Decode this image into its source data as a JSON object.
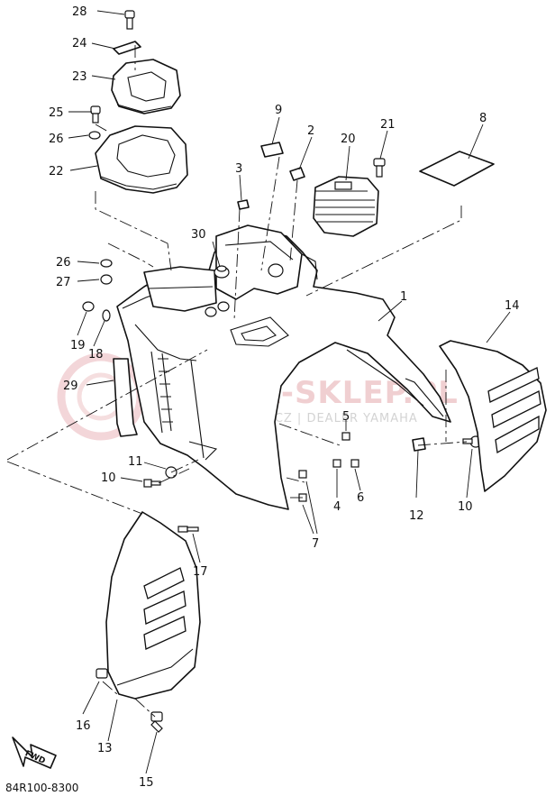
{
  "diagram": {
    "code": "84R100-8300",
    "fwd_label": "FWD",
    "watermark": {
      "logo_text": "YAMA-SKLEP.PL",
      "sub_text": "WOJCIECHOWICZ | DEALER YAMAHA"
    },
    "callouts": [
      "28",
      "24",
      "23",
      "25",
      "26",
      "22",
      "9",
      "2",
      "20",
      "21",
      "8",
      "3",
      "30",
      "26",
      "27",
      "19",
      "18",
      "1",
      "14",
      "29",
      "5",
      "11",
      "10",
      "4",
      "6",
      "12",
      "10",
      "7",
      "17",
      "16",
      "13",
      "15"
    ]
  }
}
